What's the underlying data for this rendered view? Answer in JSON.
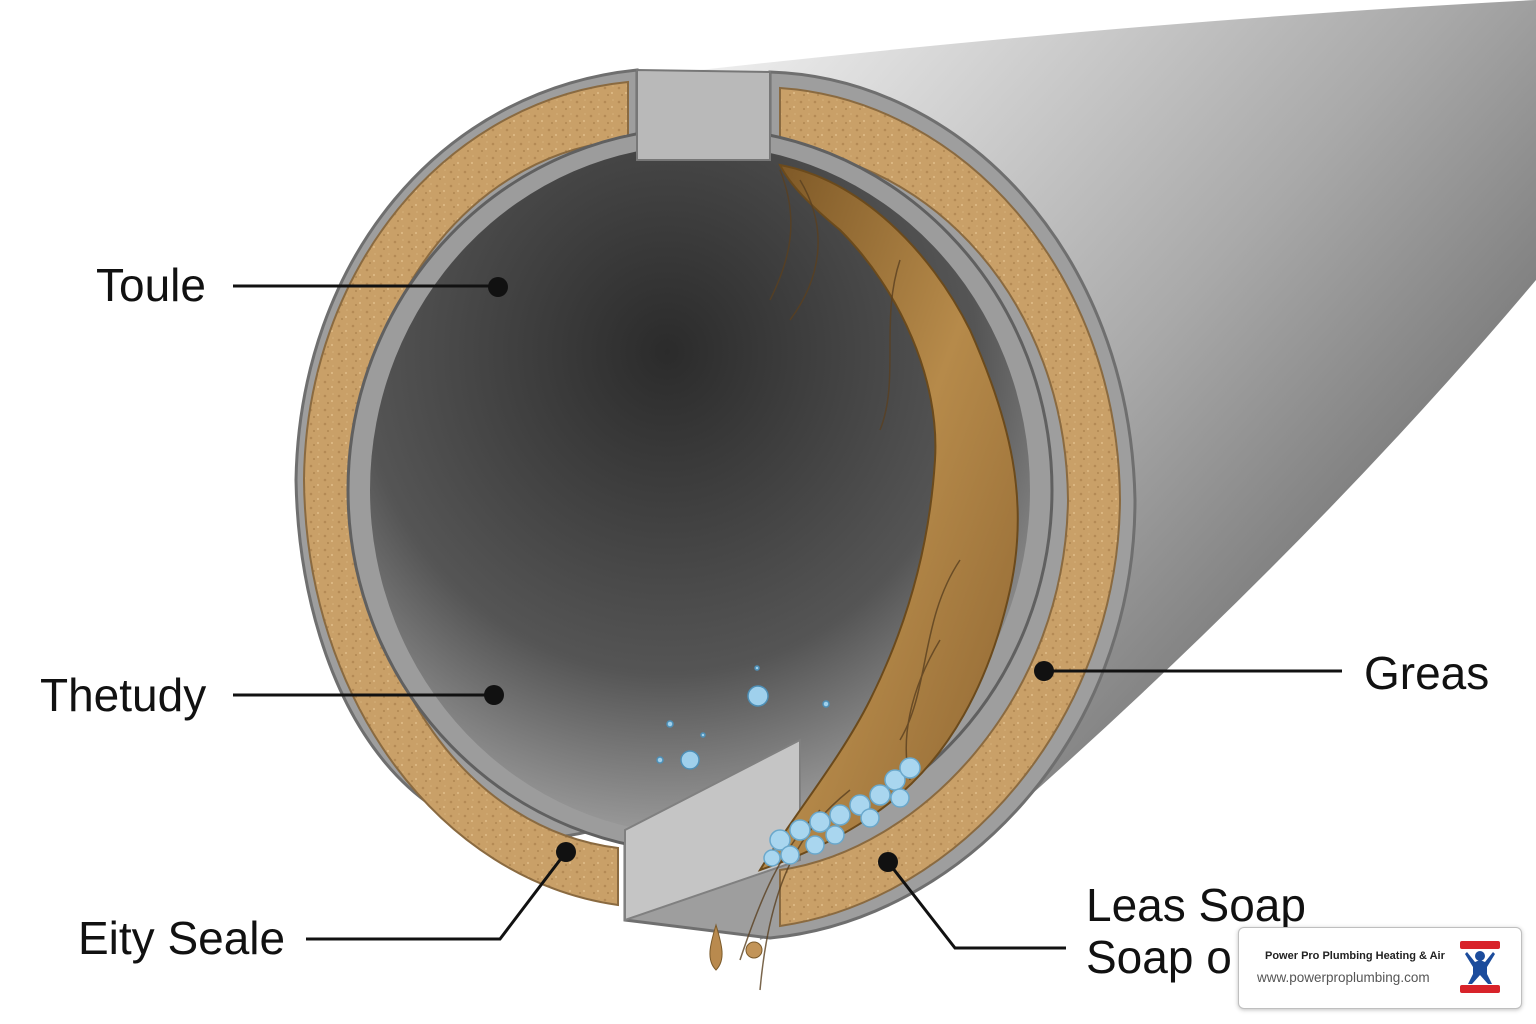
{
  "labels": {
    "toule": "Toule",
    "thetudy": "Thetudy",
    "eity_seale": "Eity Seale",
    "greas": "Greas",
    "leas_soap_line1": "Leas Soap",
    "leas_soap_line2": "Soap o"
  },
  "watermark": {
    "company": "Power Pro Plumbing Heating & Air",
    "url": "www.powerproplumbing.com"
  },
  "colors": {
    "pipe_gray": "#8a8a8a",
    "insulation_tan": "#c9a068",
    "clog_brown": "#a57a3c",
    "bubble_blue": "#9fd0ec",
    "logo_red": "#d8232a",
    "logo_blue": "#1c4c9c"
  },
  "icons": [
    "power-pro-logo-icon"
  ]
}
